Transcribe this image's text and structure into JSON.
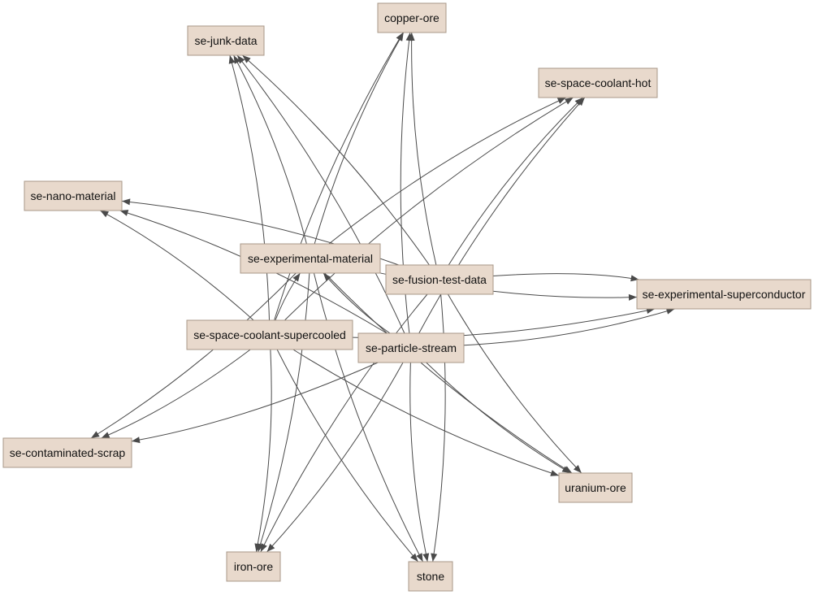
{
  "graph": {
    "nodes": [
      {
        "id": "copper-ore",
        "label": "copper-ore"
      },
      {
        "id": "se-junk-data",
        "label": "se-junk-data"
      },
      {
        "id": "se-space-coolant-hot",
        "label": "se-space-coolant-hot"
      },
      {
        "id": "se-nano-material",
        "label": "se-nano-material"
      },
      {
        "id": "se-experimental-material",
        "label": "se-experimental-material"
      },
      {
        "id": "se-fusion-test-data",
        "label": "se-fusion-test-data"
      },
      {
        "id": "se-experimental-superconductor",
        "label": "se-experimental-superconductor"
      },
      {
        "id": "se-space-coolant-supercooled",
        "label": "se-space-coolant-supercooled"
      },
      {
        "id": "se-particle-stream",
        "label": "se-particle-stream"
      },
      {
        "id": "se-contaminated-scrap",
        "label": "se-contaminated-scrap"
      },
      {
        "id": "uranium-ore",
        "label": "uranium-ore"
      },
      {
        "id": "iron-ore",
        "label": "iron-ore"
      },
      {
        "id": "stone",
        "label": "stone"
      }
    ],
    "edges": [
      {
        "from": "se-experimental-material",
        "to": "copper-ore"
      },
      {
        "from": "se-experimental-material",
        "to": "se-junk-data"
      },
      {
        "from": "se-experimental-material",
        "to": "se-space-coolant-hot"
      },
      {
        "from": "se-experimental-material",
        "to": "se-experimental-superconductor"
      },
      {
        "from": "se-experimental-material",
        "to": "se-contaminated-scrap"
      },
      {
        "from": "se-experimental-material",
        "to": "uranium-ore"
      },
      {
        "from": "se-experimental-material",
        "to": "iron-ore"
      },
      {
        "from": "se-experimental-material",
        "to": "stone"
      },
      {
        "from": "se-fusion-test-data",
        "to": "copper-ore"
      },
      {
        "from": "se-fusion-test-data",
        "to": "se-junk-data"
      },
      {
        "from": "se-fusion-test-data",
        "to": "se-space-coolant-hot"
      },
      {
        "from": "se-fusion-test-data",
        "to": "se-nano-material"
      },
      {
        "from": "se-fusion-test-data",
        "to": "se-experimental-superconductor"
      },
      {
        "from": "se-fusion-test-data",
        "to": "uranium-ore"
      },
      {
        "from": "se-fusion-test-data",
        "to": "stone"
      },
      {
        "from": "se-fusion-test-data",
        "to": "iron-ore"
      },
      {
        "from": "se-space-coolant-supercooled",
        "to": "copper-ore"
      },
      {
        "from": "se-space-coolant-supercooled",
        "to": "se-junk-data"
      },
      {
        "from": "se-space-coolant-supercooled",
        "to": "se-space-coolant-hot"
      },
      {
        "from": "se-space-coolant-supercooled",
        "to": "se-nano-material"
      },
      {
        "from": "se-space-coolant-supercooled",
        "to": "se-experimental-material"
      },
      {
        "from": "se-space-coolant-supercooled",
        "to": "se-experimental-superconductor"
      },
      {
        "from": "se-space-coolant-supercooled",
        "to": "se-contaminated-scrap"
      },
      {
        "from": "se-space-coolant-supercooled",
        "to": "uranium-ore"
      },
      {
        "from": "se-space-coolant-supercooled",
        "to": "iron-ore"
      },
      {
        "from": "se-space-coolant-supercooled",
        "to": "stone"
      },
      {
        "from": "se-particle-stream",
        "to": "copper-ore"
      },
      {
        "from": "se-particle-stream",
        "to": "se-junk-data"
      },
      {
        "from": "se-particle-stream",
        "to": "se-space-coolant-hot"
      },
      {
        "from": "se-particle-stream",
        "to": "se-nano-material"
      },
      {
        "from": "se-particle-stream",
        "to": "se-experimental-material"
      },
      {
        "from": "se-particle-stream",
        "to": "se-experimental-superconductor"
      },
      {
        "from": "se-particle-stream",
        "to": "se-contaminated-scrap"
      },
      {
        "from": "se-particle-stream",
        "to": "uranium-ore"
      },
      {
        "from": "se-particle-stream",
        "to": "iron-ore"
      },
      {
        "from": "se-particle-stream",
        "to": "stone"
      }
    ]
  }
}
